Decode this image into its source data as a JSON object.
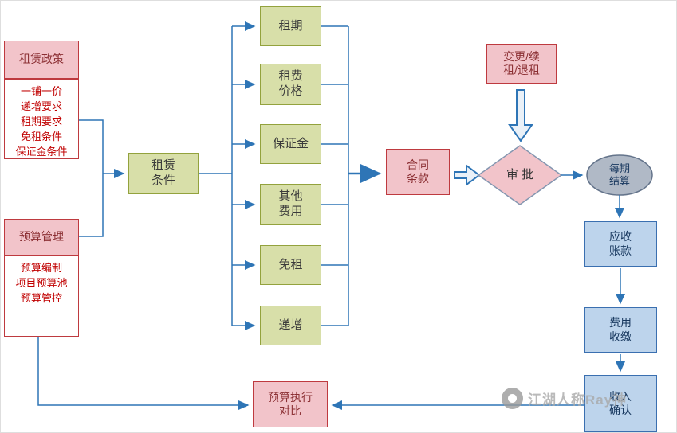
{
  "colors": {
    "pink_fill": "#F2C4CA",
    "red_border": "#BE3A3F",
    "red_text": "#C00000",
    "pink_text": "#8B2F33",
    "green_fill": "#D8DFA9",
    "green_border": "#93A23D",
    "blue_fill": "#BDD4EC",
    "blue_border": "#3A6FB0",
    "gray_fill": "#B0B9C6",
    "gray_border": "#64748B",
    "diamond_border": "#8496B0",
    "block_fill": "#EAF1F8",
    "line": "#2E75B6",
    "dark_text": "#333333",
    "navy_text": "#17375E"
  },
  "diagram": {
    "policy": {
      "title": "租赁政策",
      "items": [
        "一铺一价",
        "递增要求",
        "租期要求",
        "免租条件",
        "保证金条件"
      ]
    },
    "budget": {
      "title": "预算管理",
      "items": [
        "预算编制",
        "项目预算池",
        "预算管控"
      ]
    },
    "lease_conditions": "租赁\n条件",
    "conditions": [
      "租期",
      "租费\n价格",
      "保证金",
      "其他\n费用",
      "免租",
      "递增"
    ],
    "contract": "合同\n条款",
    "change": "变更/续\n租/退租",
    "approval": "审  批",
    "settlement": "每期\n结算",
    "receivable": "应收\n账款",
    "collection": "费用\n收缴",
    "revenue": "收入\n确认",
    "comparison": "预算执行\n对比",
    "watermark": "江湖人称Ray神"
  }
}
